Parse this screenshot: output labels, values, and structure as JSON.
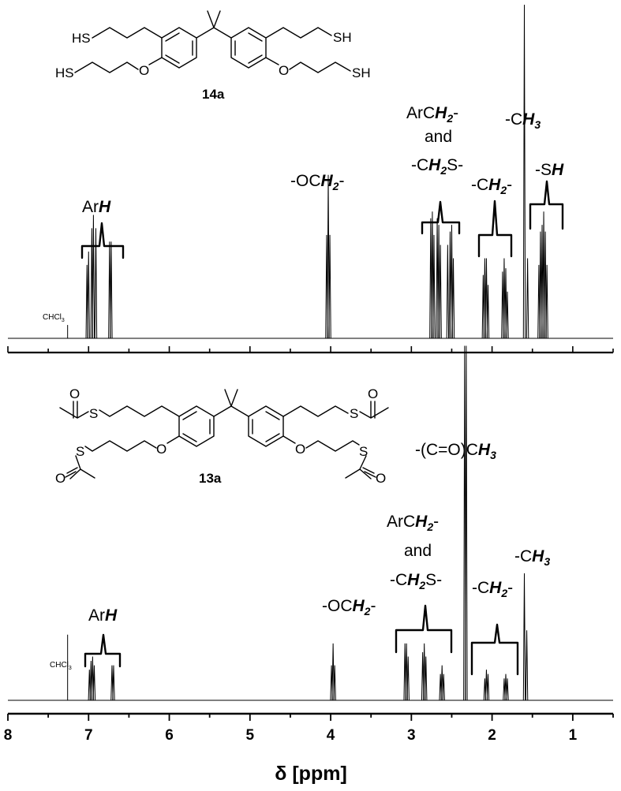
{
  "chart_data": {
    "type": "line",
    "xlabel": "δ [ppm]",
    "x_reversed": true,
    "xlim": [
      8.0,
      0.5
    ],
    "x_ticks": [
      8,
      7,
      6,
      5,
      4,
      3,
      2,
      1
    ],
    "spectra": [
      {
        "compound": "14a",
        "solvent_label": "CHCl",
        "solvent_label_sub": "3",
        "solvent_peak": {
          "ppm": 7.26,
          "height": 0.04
        },
        "peaks": [
          {
            "ppm": 7.02,
            "height": 0.22
          },
          {
            "ppm": 7.0,
            "height": 0.26
          },
          {
            "ppm": 6.96,
            "height": 0.33
          },
          {
            "ppm": 6.94,
            "height": 0.37
          },
          {
            "ppm": 6.91,
            "height": 0.33
          },
          {
            "ppm": 6.74,
            "height": 0.29
          },
          {
            "ppm": 6.72,
            "height": 0.29
          },
          {
            "ppm": 4.05,
            "height": 0.31
          },
          {
            "ppm": 4.03,
            "height": 0.49
          },
          {
            "ppm": 4.01,
            "height": 0.31
          },
          {
            "ppm": 2.76,
            "height": 0.36
          },
          {
            "ppm": 2.74,
            "height": 0.38
          },
          {
            "ppm": 2.72,
            "height": 0.31
          },
          {
            "ppm": 2.68,
            "height": 0.36
          },
          {
            "ppm": 2.66,
            "height": 0.34
          },
          {
            "ppm": 2.64,
            "height": 0.28
          },
          {
            "ppm": 2.55,
            "height": 0.28
          },
          {
            "ppm": 2.52,
            "height": 0.32
          },
          {
            "ppm": 2.5,
            "height": 0.34
          },
          {
            "ppm": 2.48,
            "height": 0.24
          },
          {
            "ppm": 2.11,
            "height": 0.19
          },
          {
            "ppm": 2.09,
            "height": 0.24
          },
          {
            "ppm": 2.07,
            "height": 0.24
          },
          {
            "ppm": 2.05,
            "height": 0.16
          },
          {
            "ppm": 1.87,
            "height": 0.2
          },
          {
            "ppm": 1.85,
            "height": 0.24
          },
          {
            "ppm": 1.83,
            "height": 0.21
          },
          {
            "ppm": 1.81,
            "height": 0.14
          },
          {
            "ppm": 1.6,
            "height": 1.0
          },
          {
            "ppm": 1.56,
            "height": 0.24
          },
          {
            "ppm": 1.42,
            "height": 0.22
          },
          {
            "ppm": 1.4,
            "height": 0.32
          },
          {
            "ppm": 1.38,
            "height": 0.34
          },
          {
            "ppm": 1.36,
            "height": 0.38
          },
          {
            "ppm": 1.34,
            "height": 0.32
          },
          {
            "ppm": 1.32,
            "height": 0.22
          }
        ],
        "annotations": [
          {
            "text": "Ar",
            "bold": "H"
          },
          {
            "text": "-OC",
            "bold": "H",
            "sub": "2",
            "tail": "-"
          },
          {
            "text": "ArC",
            "bold": "H",
            "sub": "2",
            "tail": "-"
          },
          {
            "text": "and"
          },
          {
            "text": "-C",
            "bold": "H",
            "sub": "2",
            "tail": "S-"
          },
          {
            "text": "-C",
            "bold": "H",
            "sub": "2",
            "tail": "-"
          },
          {
            "text": "-C",
            "bold": "H",
            "sub": "3"
          },
          {
            "text": "-S",
            "bold": "H"
          }
        ]
      },
      {
        "compound": "13a",
        "solvent_label": "CHCl",
        "solvent_label_sub": "3",
        "solvent_peak": {
          "ppm": 7.26,
          "height": 0.15
        },
        "peaks": [
          {
            "ppm": 6.99,
            "height": 0.07
          },
          {
            "ppm": 6.97,
            "height": 0.09
          },
          {
            "ppm": 6.95,
            "height": 0.1
          },
          {
            "ppm": 6.93,
            "height": 0.08
          },
          {
            "ppm": 6.71,
            "height": 0.08
          },
          {
            "ppm": 6.69,
            "height": 0.08
          },
          {
            "ppm": 3.99,
            "height": 0.08
          },
          {
            "ppm": 3.97,
            "height": 0.13
          },
          {
            "ppm": 3.95,
            "height": 0.08
          },
          {
            "ppm": 3.08,
            "height": 0.13
          },
          {
            "ppm": 3.06,
            "height": 0.13
          },
          {
            "ppm": 3.04,
            "height": 0.1
          },
          {
            "ppm": 2.86,
            "height": 0.11
          },
          {
            "ppm": 2.84,
            "height": 0.13
          },
          {
            "ppm": 2.82,
            "height": 0.1
          },
          {
            "ppm": 2.64,
            "height": 0.06
          },
          {
            "ppm": 2.62,
            "height": 0.08
          },
          {
            "ppm": 2.6,
            "height": 0.06
          },
          {
            "ppm": 2.34,
            "height": 0.81
          },
          {
            "ppm": 2.32,
            "height": 0.81
          },
          {
            "ppm": 2.09,
            "height": 0.05
          },
          {
            "ppm": 2.07,
            "height": 0.07
          },
          {
            "ppm": 2.05,
            "height": 0.06
          },
          {
            "ppm": 1.85,
            "height": 0.05
          },
          {
            "ppm": 1.83,
            "height": 0.06
          },
          {
            "ppm": 1.81,
            "height": 0.05
          },
          {
            "ppm": 1.6,
            "height": 0.29
          },
          {
            "ppm": 1.57,
            "height": 0.16
          }
        ],
        "annotations": [
          {
            "text": "Ar",
            "bold": "H"
          },
          {
            "text": "-OC",
            "bold": "H",
            "sub": "2",
            "tail": "-"
          },
          {
            "text": "-(C=O)C",
            "bold": "H",
            "sub": "3"
          },
          {
            "text": "ArC",
            "bold": "H",
            "sub": "2",
            "tail": "-"
          },
          {
            "text": "and"
          },
          {
            "text": "-C",
            "bold": "H",
            "sub": "2",
            "tail": "S-"
          },
          {
            "text": "-C",
            "bold": "H",
            "sub": "2",
            "tail": "-"
          },
          {
            "text": "-C",
            "bold": "H",
            "sub": "3"
          }
        ]
      }
    ]
  },
  "structures": {
    "top": {
      "SH1": "HS",
      "SH2": "SH",
      "SH3": "HS",
      "SH4": "SH",
      "O": "O"
    },
    "bottom": {
      "S": "S",
      "O": "O"
    }
  }
}
